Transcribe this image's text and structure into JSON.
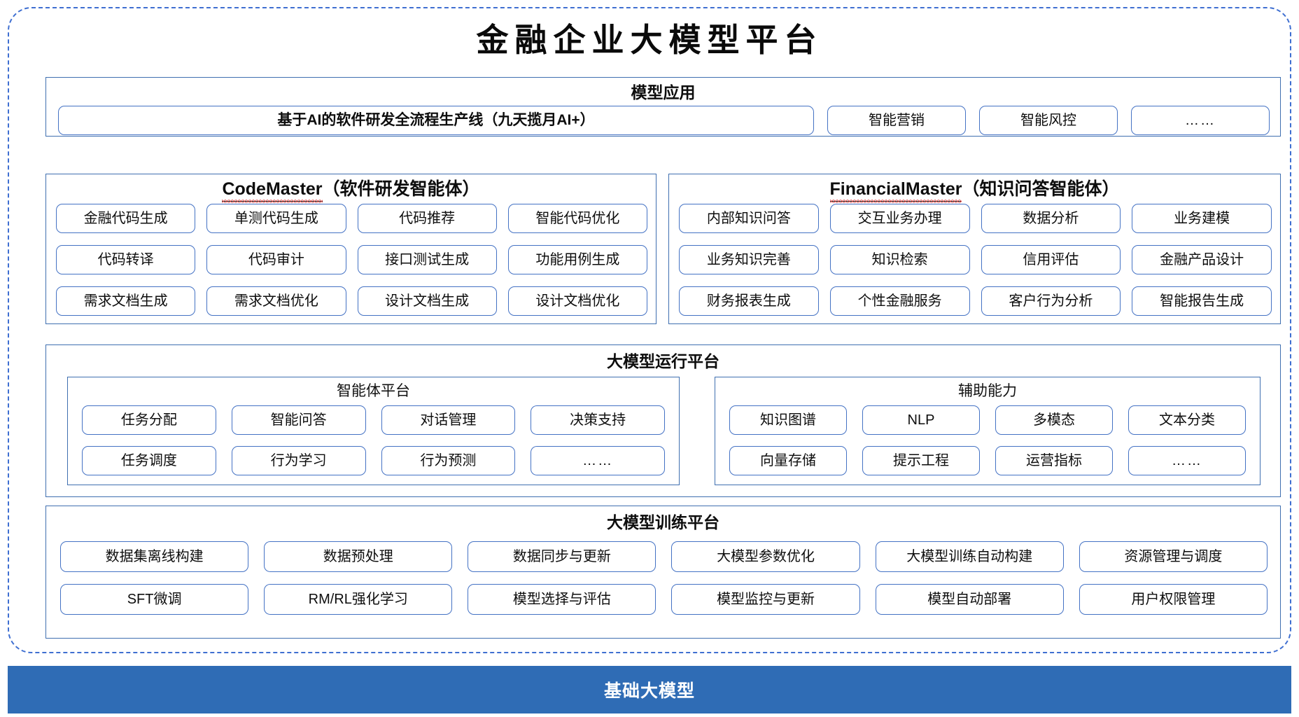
{
  "page": {
    "title": "金融企业大模型平台",
    "accent_blue": "#2f6cb5",
    "pill_border": "#4472c4",
    "frame_border": "#3f6fd1"
  },
  "model_application": {
    "title": "模型应用",
    "items": [
      "基于AI的软件研发全流程生产线（九天揽月AI+）",
      "智能营销",
      "智能风控",
      "……"
    ]
  },
  "agents": {
    "code_master": {
      "name": "CodeMaster",
      "subtitle": "（软件研发智能体）",
      "items": [
        "金融代码生成",
        "单测代码生成",
        "代码推荐",
        "智能代码优化",
        "代码转译",
        "代码审计",
        "接口测试生成",
        "功能用例生成",
        "需求文档生成",
        "需求文档优化",
        "设计文档生成",
        "设计文档优化"
      ]
    },
    "financial_master": {
      "name": "FinancialMaster",
      "subtitle": "（知识问答智能体）",
      "items": [
        "内部知识问答",
        "交互业务办理",
        "数据分析",
        "业务建模",
        "业务知识完善",
        "知识检索",
        "信用评估",
        "金融产品设计",
        "财务报表生成",
        "个性金融服务",
        "客户行为分析",
        "智能报告生成"
      ]
    }
  },
  "runtime_platform": {
    "title": "大模型运行平台",
    "agent_platform": {
      "title": "智能体平台",
      "items": [
        "任务分配",
        "智能问答",
        "对话管理",
        "决策支持",
        "任务调度",
        "行为学习",
        "行为预测",
        "……"
      ]
    },
    "auxiliary_capability": {
      "title": "辅助能力",
      "items": [
        "知识图谱",
        "NLP",
        "多模态",
        "文本分类",
        "向量存储",
        "提示工程",
        "运营指标",
        "……"
      ]
    }
  },
  "training_platform": {
    "title": "大模型训练平台",
    "items": [
      "数据集离线构建",
      "数据预处理",
      "数据同步与更新",
      "大模型参数优化",
      "大模型训练自动构建",
      "资源管理与调度",
      "SFT微调",
      "RM/RL强化学习",
      "模型选择与评估",
      "模型监控与更新",
      "模型自动部署",
      "用户权限管理"
    ]
  },
  "base_model": {
    "label": "基础大模型"
  }
}
